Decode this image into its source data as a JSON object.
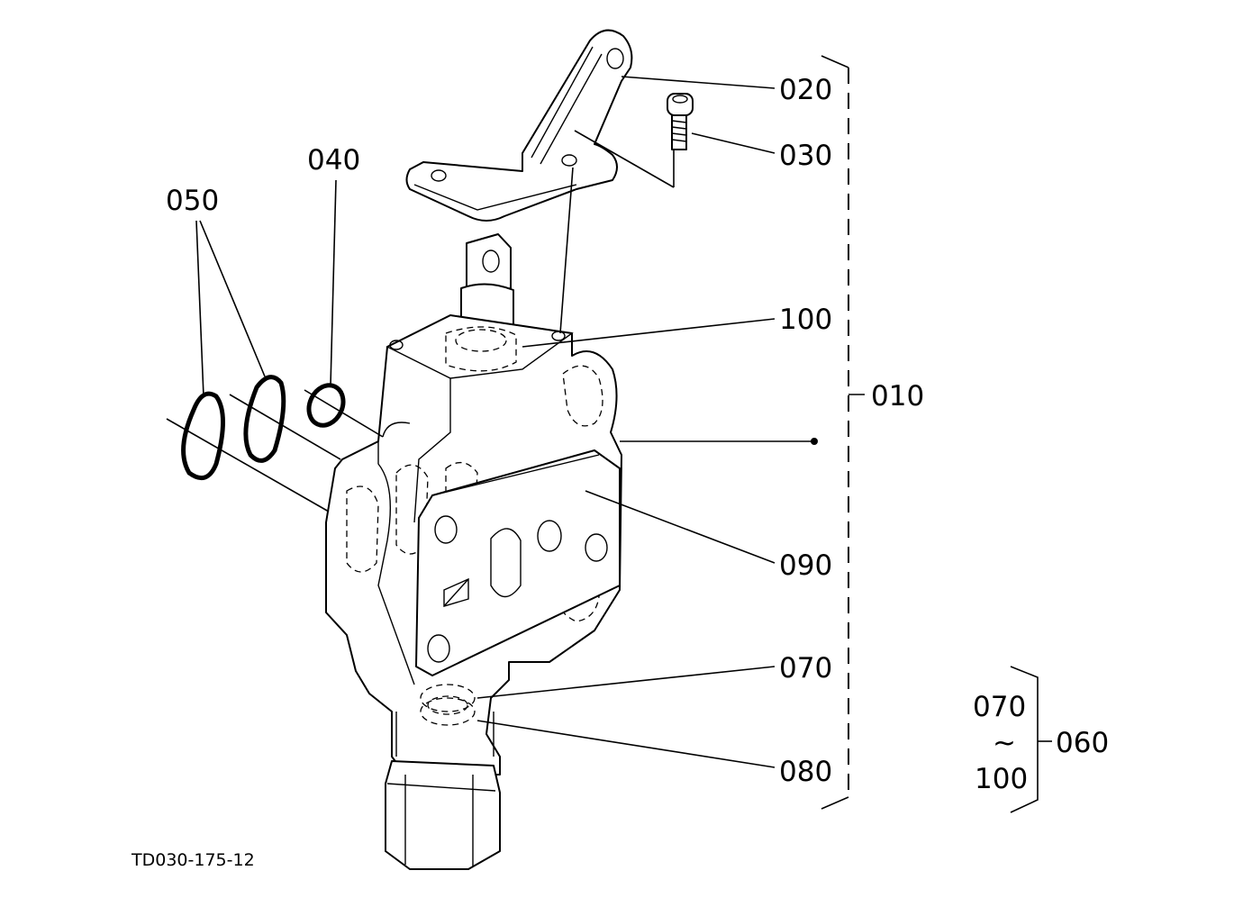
{
  "labels": {
    "p020": "020",
    "p030": "030",
    "p040": "040",
    "p050": "050",
    "p100": "100",
    "p010": "010",
    "p090": "090",
    "p070": "070",
    "p080": "080",
    "p060": "060",
    "range_from": "070",
    "range_tilde": "~",
    "range_to": "100"
  },
  "drawing_code": "TD030-175-12"
}
